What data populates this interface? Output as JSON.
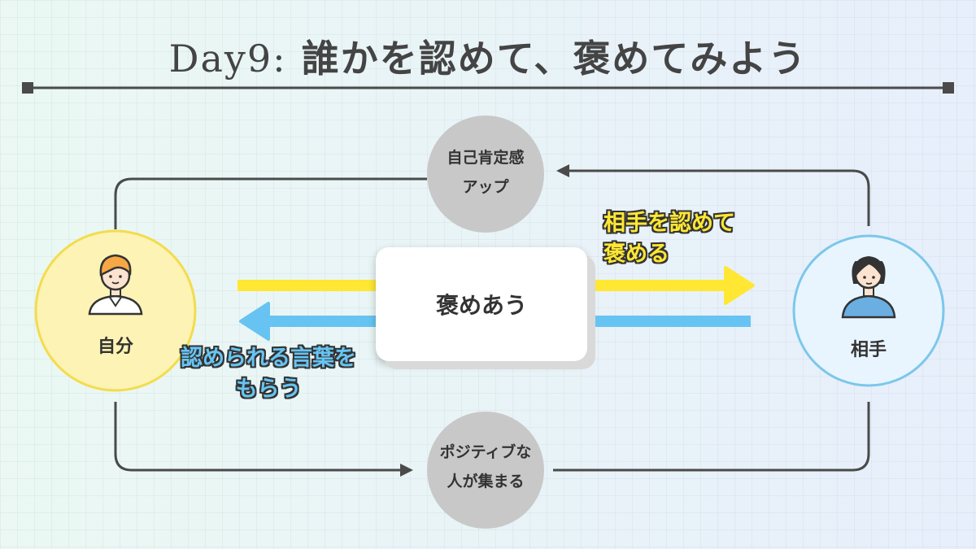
{
  "title": {
    "prefix": "Day9:",
    "main": "誰かを認めて、褒めてみよう"
  },
  "nodes": {
    "self": {
      "label": "自分"
    },
    "partner": {
      "label": "相手"
    },
    "center": {
      "label": "褒めあう"
    },
    "top": {
      "line1": "自己肯定感",
      "line2": "アップ"
    },
    "bottom": {
      "line1": "ポジティブな",
      "line2": "人が集まる"
    }
  },
  "arrows": {
    "to_partner": {
      "line1": "相手を認めて",
      "line2": "褒める"
    },
    "to_self": {
      "line1": "認められる言葉を",
      "line2": "もらう"
    }
  },
  "colors": {
    "yellow": "#ffe733",
    "blue": "#67c4f2",
    "self_fill": "#fdf3b4",
    "self_border": "#f3dc4e",
    "partner_fill": "#e8f5ff",
    "partner_border": "#7cc7ea",
    "gray": "#c8c8c8",
    "line": "#4a4a4a"
  }
}
